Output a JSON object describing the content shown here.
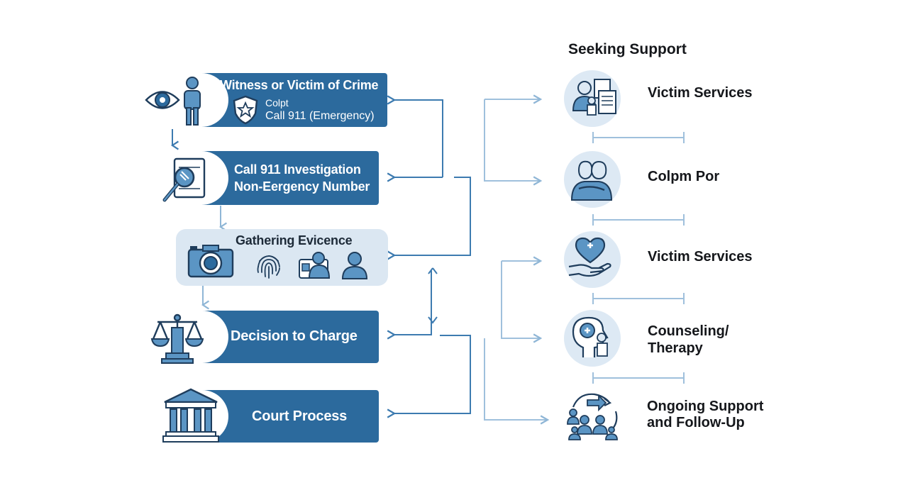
{
  "colors": {
    "stage_dark": "#2c6a9d",
    "stage_light": "#dbe7f2",
    "connector": "#3d7bb0",
    "connector_light": "#9fc0dc",
    "icon_stroke": "#1f3d5c"
  },
  "stages": [
    {
      "title": "Witness or Victim of Crime",
      "sub1": "Colpt",
      "sub2": "Call 911 (Emergency)",
      "icons": [
        "eye-icon",
        "person-icon",
        "police-badge-icon"
      ]
    },
    {
      "title": "Call 911 Investigation",
      "title2": "Non-Eergency Number",
      "icons": [
        "magnifier-document-icon"
      ]
    },
    {
      "title": "Gathering Evicence",
      "icons": [
        "camera-icon",
        "fingerprint-icon",
        "id-card-icon",
        "person-icon"
      ]
    },
    {
      "title": "Decision to Charge",
      "icons": [
        "scales-of-justice-icon"
      ]
    },
    {
      "title": "Court Process",
      "icons": [
        "courthouse-icon"
      ]
    }
  ],
  "support": {
    "heading": "Seeking Support",
    "items": [
      {
        "label": "Victim Services",
        "icon": "victim-services-icon"
      },
      {
        "label": "Colpm Por",
        "icon": "hug-icon"
      },
      {
        "label": "Victim Services",
        "icon": "heart-hand-icon"
      },
      {
        "label": "Counseling/",
        "label2": "Therapy",
        "icon": "head-medical-icon"
      },
      {
        "label": "Ongoing Support",
        "label2": "and Follow-Up",
        "icon": "group-cycle-icon"
      }
    ]
  }
}
